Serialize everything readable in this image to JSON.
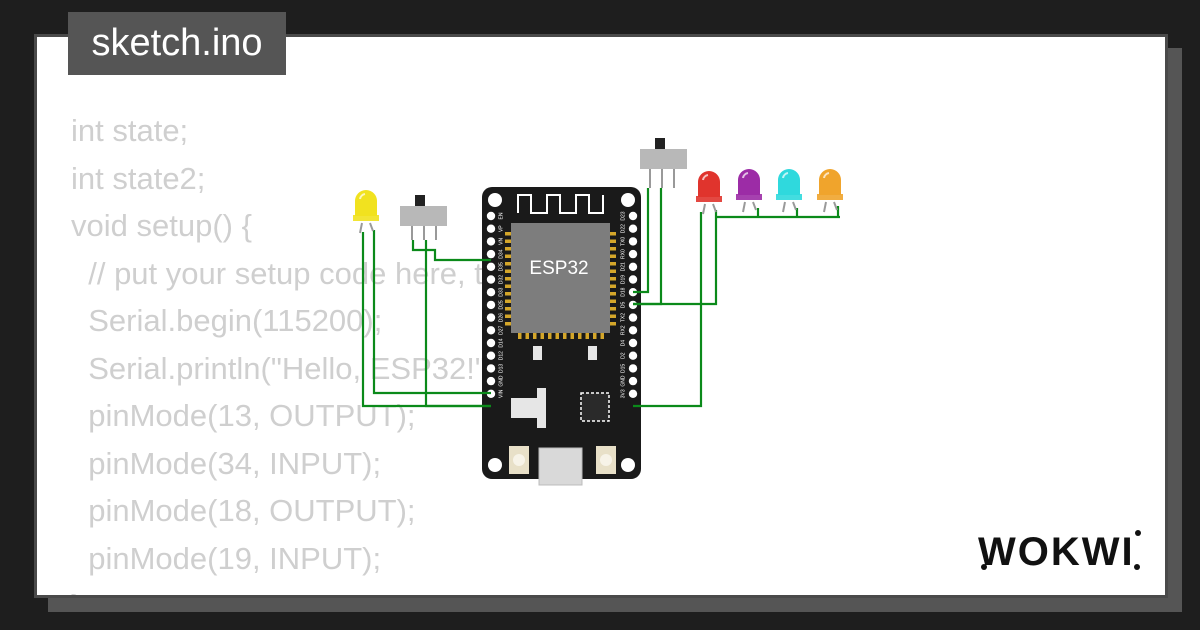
{
  "file_tab": {
    "name": "sketch.ino"
  },
  "code": {
    "lines": [
      "int state;",
      "int state2;",
      "void setup() {",
      "  // put your setup code here, to run once:",
      "  Serial.begin(115200);",
      "  Serial.println(\"Hello, ESP32!\");",
      "  pinMode(13, OUTPUT);",
      "  pinMode(34, INPUT);",
      "  pinMode(18, OUTPUT);",
      "  pinMode(19, INPUT);",
      "}"
    ]
  },
  "board": {
    "chip_label": "ESP32",
    "left_pins": [
      "EN",
      "VP",
      "VN",
      "D34",
      "D35",
      "D32",
      "D33",
      "D25",
      "D26",
      "D27",
      "D14",
      "D12",
      "D13",
      "GND",
      "VIN"
    ],
    "right_pins": [
      "D23",
      "D22",
      "TX0",
      "RX0",
      "D21",
      "D19",
      "D18",
      "D5",
      "TX2",
      "RX2",
      "D4",
      "D2",
      "D15",
      "GND",
      "3V3"
    ]
  },
  "leds": [
    {
      "name": "yellow",
      "color": "#f1e21f"
    },
    {
      "name": "red",
      "color": "#e0342d"
    },
    {
      "name": "purple",
      "color": "#9c2ca6"
    },
    {
      "name": "cyan",
      "color": "#2fd9dd"
    },
    {
      "name": "orange",
      "color": "#f0a42c"
    }
  ],
  "colors": {
    "wire": "#0b8a1a",
    "board": "#1a1a1a",
    "chip": "#7d7d7d",
    "card_border": "#4a4a4a"
  },
  "brand": {
    "logo": "WOKWI"
  }
}
